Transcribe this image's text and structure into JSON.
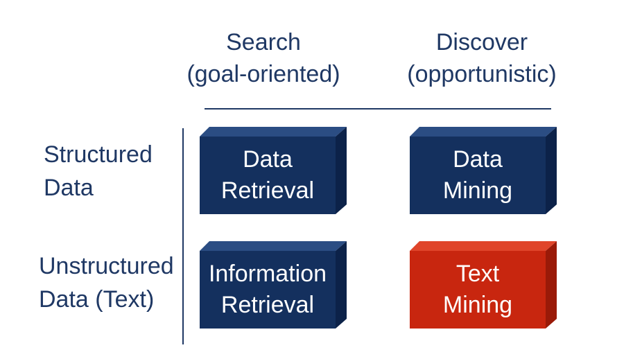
{
  "columns": [
    {
      "title": "Search",
      "subtitle": "(goal-oriented)"
    },
    {
      "title": "Discover",
      "subtitle": "(opportunistic)"
    }
  ],
  "rows": [
    {
      "line1": "Structured",
      "line2": "Data"
    },
    {
      "line1": "Unstructured",
      "line2": "Data (Text)"
    }
  ],
  "cells": [
    {
      "line1": "Data",
      "line2": "Retrieval",
      "front_color": "#14305e",
      "top_color": "#2b4d83",
      "side_color": "#0c2249"
    },
    {
      "line1": "Data",
      "line2": "Mining",
      "front_color": "#14305e",
      "top_color": "#2b4d83",
      "side_color": "#0c2249"
    },
    {
      "line1": "Information",
      "line2": "Retrieval",
      "front_color": "#14305e",
      "top_color": "#2b4d83",
      "side_color": "#0c2249"
    },
    {
      "line1": "Text",
      "line2": "Mining",
      "front_color": "#c8260f",
      "top_color": "#e0452a",
      "side_color": "#9a1a08"
    }
  ],
  "colors": {
    "text_accent": "#1f3864"
  }
}
